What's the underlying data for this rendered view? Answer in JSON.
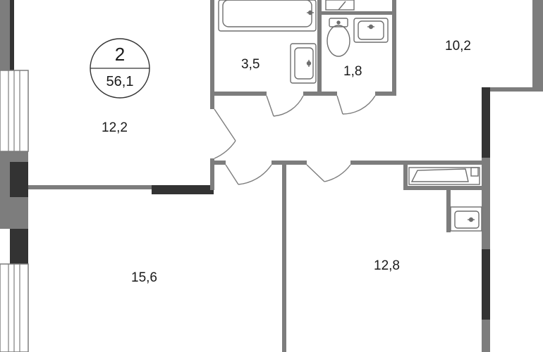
{
  "apartment": {
    "rooms_count": "2",
    "total_area": "56,1"
  },
  "rooms": {
    "room_top_left": "12,2",
    "bathroom": "3,5",
    "toilet": "1,8",
    "kitchen": "10,2",
    "room_bottom_left": "15,6",
    "room_bottom_right": "12,8"
  },
  "colors": {
    "wall": "#7d7d7d",
    "window_dark": "#333333",
    "fixture_stroke": "#6e6e6e",
    "text": "#1a1a1a",
    "background": "#ffffff"
  }
}
